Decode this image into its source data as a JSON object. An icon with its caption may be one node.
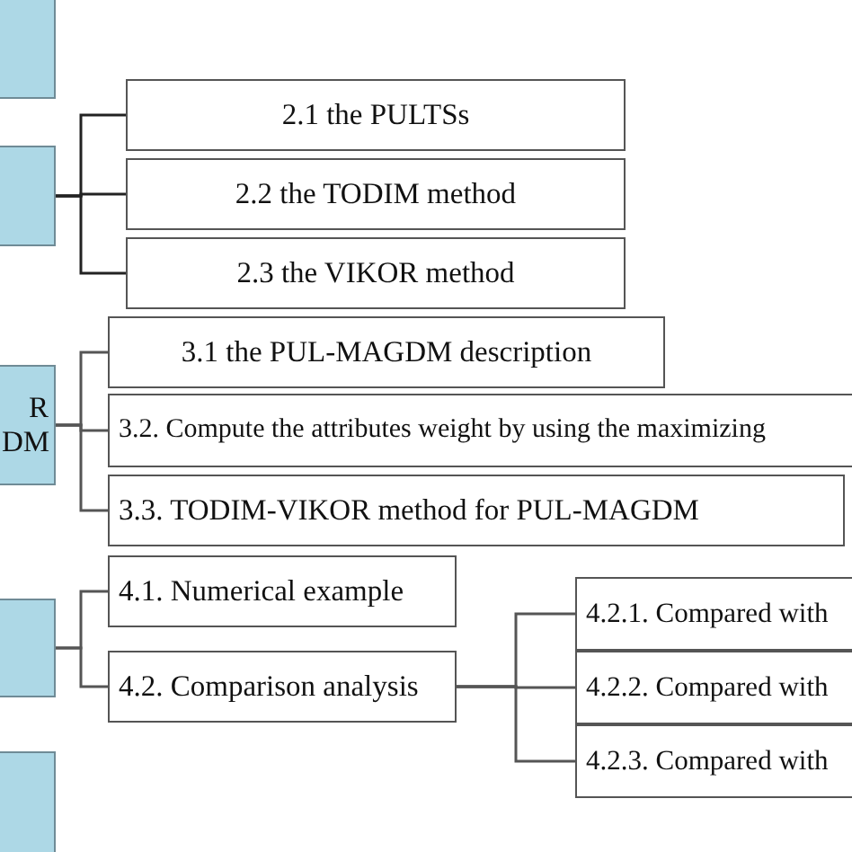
{
  "diagram": {
    "nodes": [
      {
        "text": [],
        "shape": "box"
      },
      {
        "text": [],
        "shape": "box"
      },
      {
        "text": [
          "2.1 the PULTSs"
        ]
      },
      {
        "text": [
          "2.2 the TODIM method"
        ]
      },
      {
        "text": [
          "2.3 the VIKOR method"
        ]
      },
      {
        "text": [
          "R DM"
        ]
      },
      {
        "text": [
          "3.1 the PUL-MAGDM description"
        ]
      },
      {
        "text": [
          "3.2. Compute the attributes weight by using the maximizing"
        ]
      },
      {
        "text": [
          "3.3. TODIM-VIKOR method for PUL-MAGDM"
        ]
      },
      {
        "text": [],
        "shape": "box"
      },
      {
        "text": [
          "4.1. Numerical example"
        ]
      },
      {
        "text": [
          "4.2. Comparison analysis"
        ]
      },
      {
        "text": [
          "4.2.1. Compared with"
        ]
      },
      {
        "text": [
          "4.2.2. Compared with"
        ]
      },
      {
        "text": [
          "4.2.3. Compared with"
        ]
      },
      {
        "text": [],
        "shape": "box"
      }
    ],
    "edges": [
      {
        "from": 1,
        "to": 2,
        "arrow": "none"
      },
      {
        "from": 1,
        "to": 3,
        "arrow": "none"
      },
      {
        "from": 1,
        "to": 4,
        "arrow": "none"
      },
      {
        "from": 5,
        "to": 6,
        "arrow": "none"
      },
      {
        "from": 5,
        "to": 7,
        "arrow": "none"
      },
      {
        "from": 5,
        "to": 8,
        "arrow": "none"
      },
      {
        "from": 9,
        "to": 10,
        "arrow": "none"
      },
      {
        "from": 9,
        "to": 11,
        "arrow": "none"
      },
      {
        "from": 11,
        "to": 12,
        "arrow": "none"
      },
      {
        "from": 11,
        "to": 13,
        "arrow": "none"
      },
      {
        "from": 11,
        "to": 14,
        "arrow": "none"
      }
    ]
  }
}
